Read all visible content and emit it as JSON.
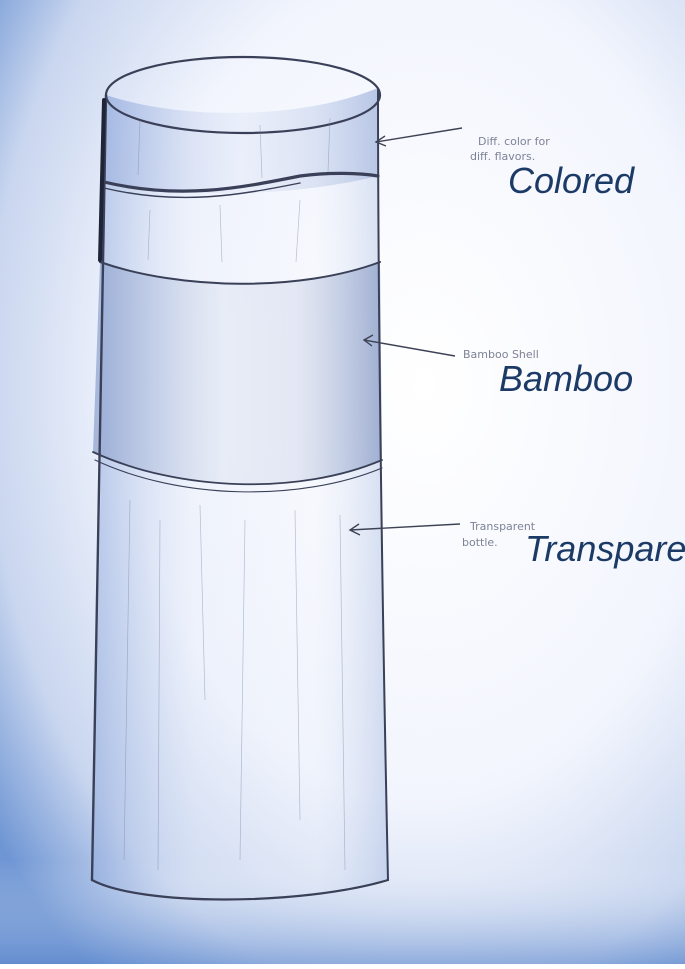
{
  "photo": {
    "paper_color": "#eef2fb",
    "vignette_color": "#3f6fc0",
    "pencil_color": "#3a4058"
  },
  "labels": {
    "top": {
      "handwritten_line1": "Diff. color for",
      "handwritten_line2": "diff. flavors.",
      "typed": "Colored"
    },
    "middle": {
      "handwritten": "Bamboo Shell",
      "typed": "Bamboo"
    },
    "bottom": {
      "handwritten_line1": "Transparent",
      "handwritten_line2": "bottle.",
      "typed": "Transparent"
    }
  }
}
